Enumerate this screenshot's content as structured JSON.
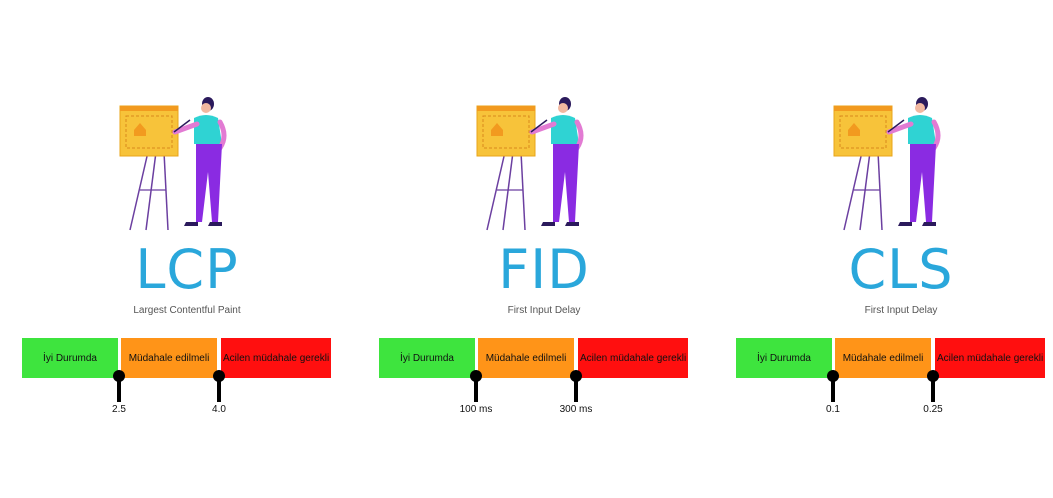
{
  "metrics": [
    {
      "name": "LCP",
      "subtitle": "Largest Contentful Paint",
      "segments": [
        "İyi Durumda",
        "Müdahale edilmeli",
        "Acilen müdahale gerekli"
      ],
      "thresholds": [
        "2.5",
        "4.0"
      ]
    },
    {
      "name": "FID",
      "subtitle": "First Input Delay",
      "segments": [
        "İyi Durumda",
        "Müdahale edilmeli",
        "Acilen müdahale gerekli"
      ],
      "thresholds": [
        "100 ms",
        "300 ms"
      ]
    },
    {
      "name": "CLS",
      "subtitle": "First Input Delay",
      "segments": [
        "İyi Durumda",
        "Müdahale edilmeli",
        "Acilen müdahale gerekli"
      ],
      "thresholds": [
        "0.1",
        "0.25"
      ]
    }
  ],
  "colors": {
    "good": "#3ee43e",
    "needs_improvement": "#ff9418",
    "poor": "#ff0f0f",
    "title": "#2aa7db"
  },
  "icons": [
    "painter-at-easel-illustration"
  ]
}
